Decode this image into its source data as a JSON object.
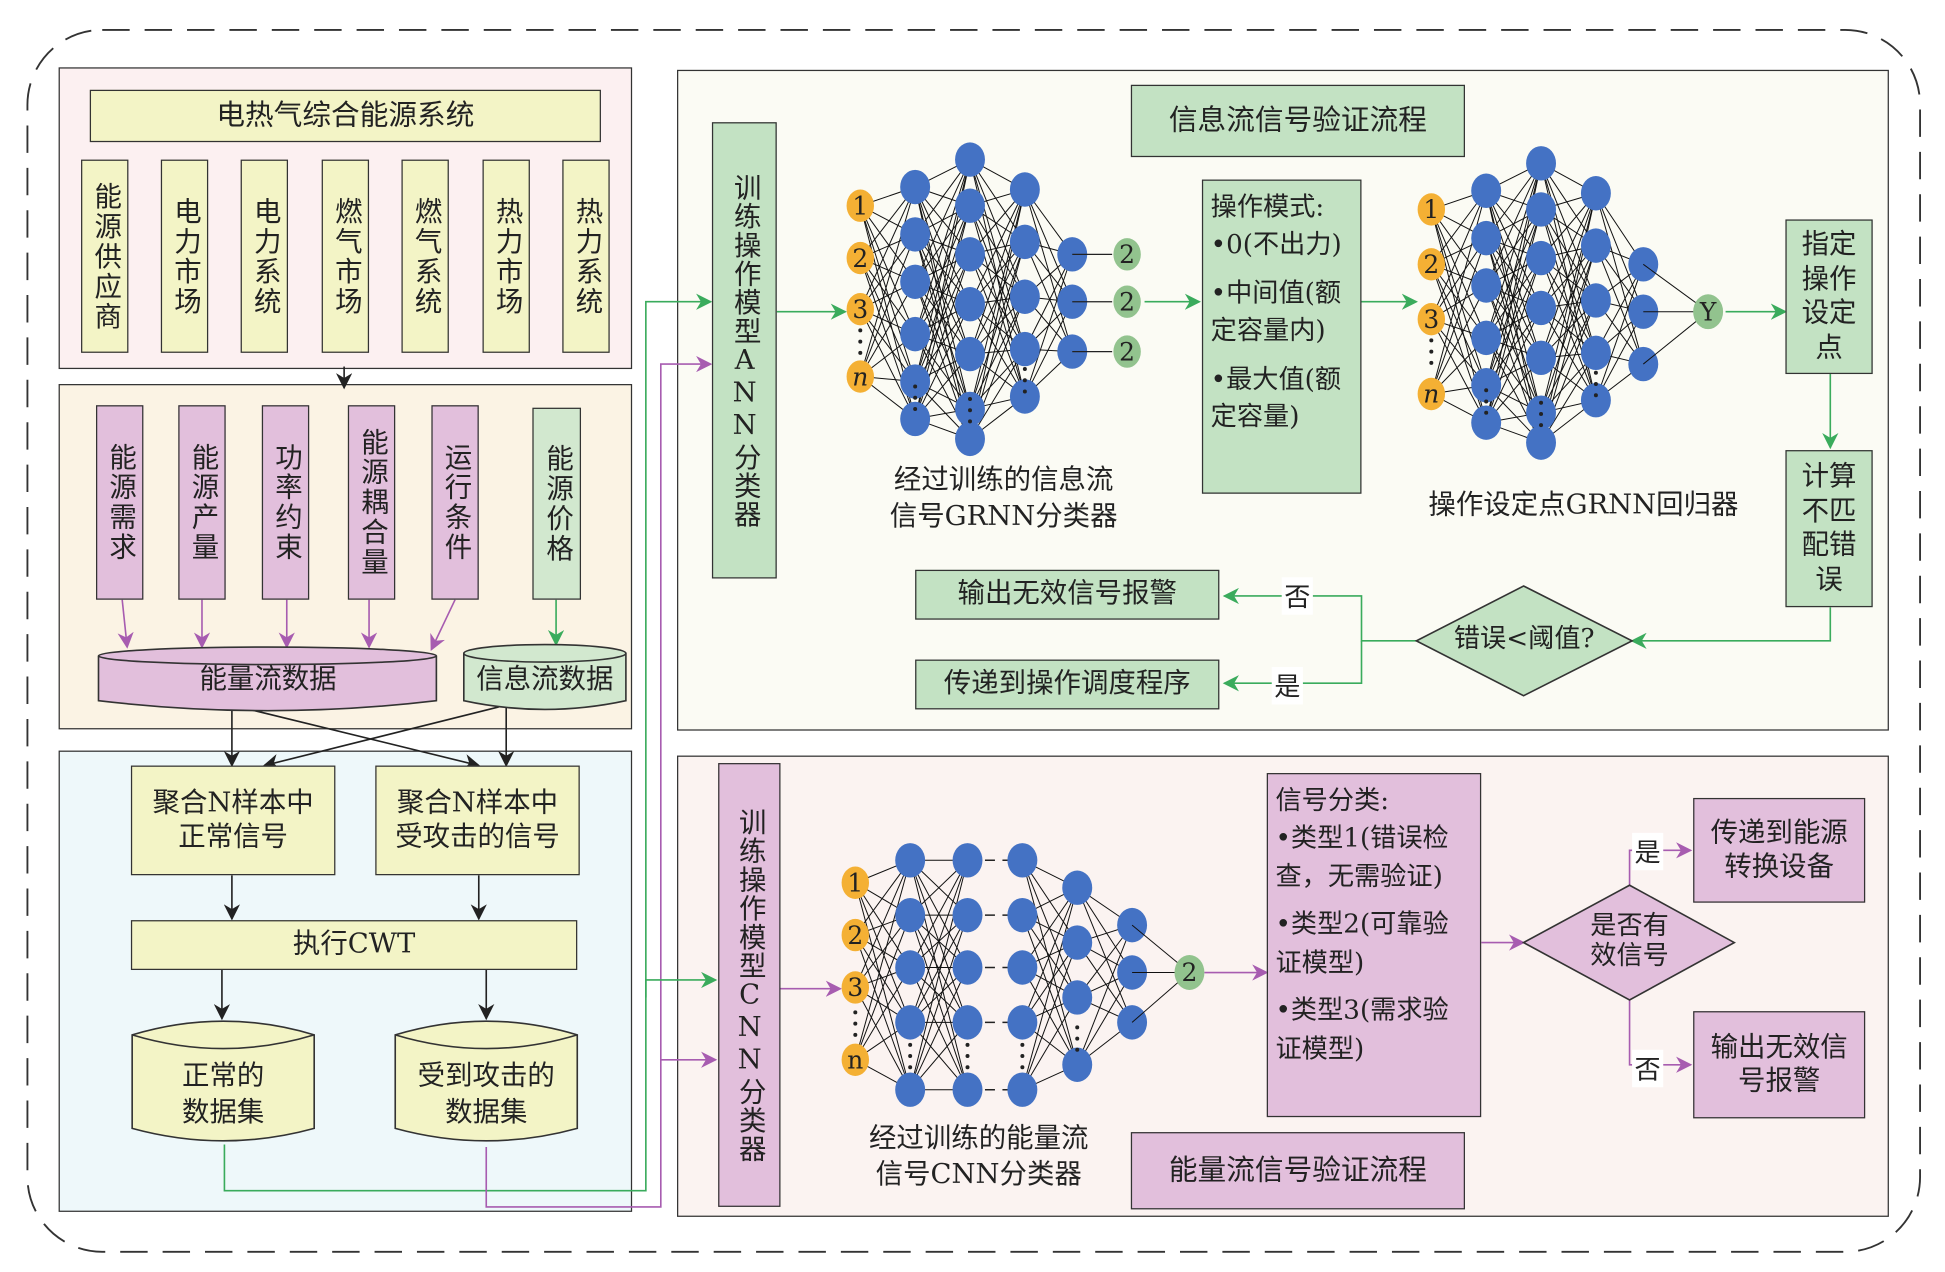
{
  "top_left": {
    "title": "电热气综合能源系统",
    "components": [
      "能源供应商",
      "电力市场",
      "电力系统",
      "燃气市场",
      "燃气系统",
      "热力市场",
      "热力系统"
    ]
  },
  "mid_left": {
    "energy_inputs": [
      "能源需求",
      "能源产量",
      "功率约束",
      "能源耦合量",
      "运行条件"
    ],
    "info_input": "能源价格",
    "energy_db": "能量流数据",
    "info_db": "信息流数据"
  },
  "bottom_left": {
    "normal_agg": "聚合N样本中\n正常信号",
    "attack_agg": "聚合N样本中\n受攻击的信号",
    "cwt": "执行CWT",
    "normal_ds": "正常的\n数据集",
    "attack_ds": "受到攻击的\n数据集"
  },
  "info_flow": {
    "title": "信息流信号验证流程",
    "ann_trainer": "训练操作模型ANN分类器",
    "classifier_caption": "经过训练的信息流\n信号GRNN分类器",
    "input_nodes": [
      "1",
      "2",
      "3",
      "n"
    ],
    "output_nodes": [
      "2",
      "2",
      "2"
    ],
    "modes_title": "操作模式:",
    "modes": [
      "•0(不出力)",
      "•中间值(额\n定容量内)",
      "•最大值(额\n定容量)"
    ],
    "regressor_caption": "操作设定点GRNN回归器",
    "regressor_output": "Y",
    "setpoint": "指定操作设定点",
    "mismatch": "计算不匹配错误",
    "decision": "错误<阈值?",
    "no_label": "否",
    "yes_label": "是",
    "invalid_alarm": "输出无效信号报警",
    "dispatch": "传递到操作调度程序"
  },
  "energy_flow": {
    "title": "能量流信号验证流程",
    "cnn_trainer": "训练操作模型CNN分类器",
    "classifier_caption": "经过训练的能量流\n信号CNN分类器",
    "input_nodes": [
      "1",
      "2",
      "3",
      "n"
    ],
    "output_node": "2",
    "class_title": "信号分类:",
    "classes": [
      "•类型1(错误检\n查，无需验证)",
      "•类型2(可靠验\n证模型)",
      "•类型3(需求验\n证模型)"
    ],
    "decision": "是否有\n效信号",
    "yes_label": "是",
    "no_label": "否",
    "to_conversion": "传递到能源\n转换设备",
    "invalid_alarm": "输出无效信\n号报警"
  },
  "colors": {
    "yellow_box": "#f3f4c6",
    "purple_box": "#e2bfdc",
    "green_box": "#c3e2c3",
    "node_blue": "#4472c4",
    "node_orange": "#f4b034",
    "node_green": "#92c38e",
    "green_arrow": "#3aab5c",
    "purple_arrow": "#a75cb0"
  }
}
